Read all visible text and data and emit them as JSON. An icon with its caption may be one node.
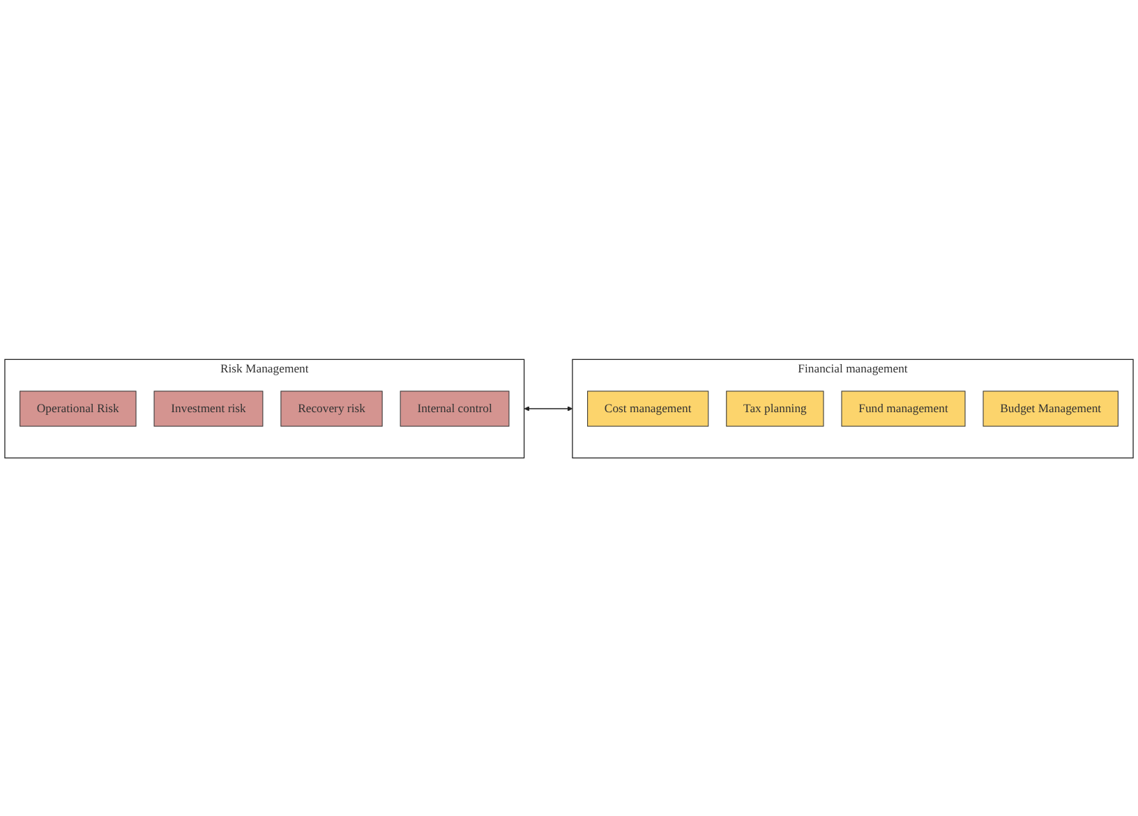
{
  "diagram": {
    "nodes": [
      {
        "text": [
          "Risk Management"
        ]
      },
      {
        "text": [
          "Operational Risk"
        ],
        "in": 0
      },
      {
        "text": [
          "Investment risk"
        ],
        "in": 0
      },
      {
        "text": [
          "Recovery risk"
        ],
        "in": 0
      },
      {
        "text": [
          "Internal control"
        ],
        "in": 0
      },
      {
        "text": [
          "Financial management"
        ]
      },
      {
        "text": [
          "Cost management"
        ],
        "in": 5
      },
      {
        "text": [
          "Tax planning"
        ],
        "in": 5
      },
      {
        "text": [
          "Fund management"
        ],
        "in": 5
      },
      {
        "text": [
          "Budget Management"
        ],
        "in": 5
      }
    ],
    "edges": [
      {
        "from": 0,
        "to": 5,
        "arrow": "both"
      }
    ]
  }
}
